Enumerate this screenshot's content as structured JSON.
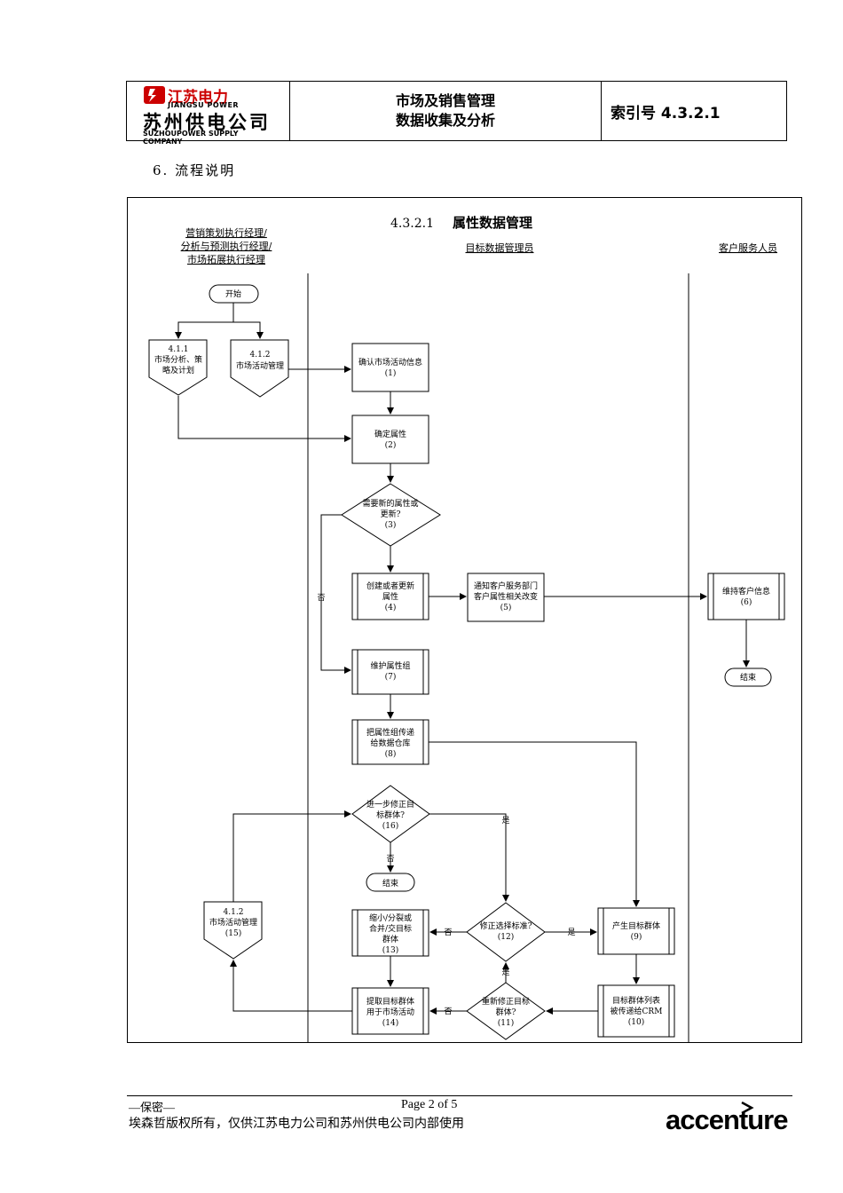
{
  "header": {
    "logo_cn_top": "江苏电力",
    "logo_en_top": "JIANGSU POWER",
    "logo_cn_main": "苏州供电公司",
    "logo_en_main": "SUZHOUPOWER SUPPLY COMPANY",
    "title_line1": "市场及销售管理",
    "title_line2": "数据收集及分析",
    "index_label": "索引号 4.3.2.1"
  },
  "section_title": "6. 流程说明",
  "diagram": {
    "title_num": "4.3.2.1",
    "title_text": "属性数据管理",
    "lanes": {
      "lane1": [
        "营销策划执行经理/",
        "分析与预测执行经理/",
        "市场拓展执行经理"
      ],
      "lane2": "目标数据管理员",
      "lane3": "客户服务人员"
    },
    "start": "开始",
    "ref_411": [
      "4.1.1",
      "市场分析、策",
      "略及计划"
    ],
    "ref_412": [
      "4.1.2",
      "市场活动管理"
    ],
    "n1": [
      "确认市场活动信息",
      "(1)"
    ],
    "n2": [
      "确定属性",
      "(2)"
    ],
    "d3": [
      "需要新的属性或",
      "更新?",
      "(3)"
    ],
    "n4": [
      "创建或者更新",
      "属性",
      "(4)"
    ],
    "n5": [
      "通知客户服务部门",
      "客户属性相关改变",
      "(5)"
    ],
    "n6": [
      "维持客户信息",
      "(6)"
    ],
    "end1": "结束",
    "n7": [
      "维护属性组",
      "(7)"
    ],
    "n8": [
      "把属性组传递",
      "给数据仓库",
      "(8)"
    ],
    "d16": [
      "进一步修正目",
      "标群体?",
      "(16)"
    ],
    "end2": "结束",
    "n9": [
      "产生目标群体",
      "(9)"
    ],
    "n10": [
      "目标群体列表",
      "被传递给CRM",
      "(10)"
    ],
    "d11": [
      "重新修正目标",
      "群体?",
      "(11)"
    ],
    "d12": [
      "修正选择标准?",
      "(12)"
    ],
    "n13": [
      "缩小/分裂或",
      "合并/交目标",
      "群体",
      "(13)"
    ],
    "n14": [
      "提取目标群体",
      "用于市场活动",
      "(14)"
    ],
    "ref_15": [
      "4.1.2",
      "市场活动管理",
      "(15)"
    ],
    "labels": {
      "no": "否",
      "yes": "是"
    }
  },
  "footer": {
    "confidential": "—保密—",
    "page": "Page 2 of 5",
    "copyright": "埃森哲版权所有，仅供江苏电力公司和苏州供电公司内部使用",
    "brand": "accenture"
  }
}
